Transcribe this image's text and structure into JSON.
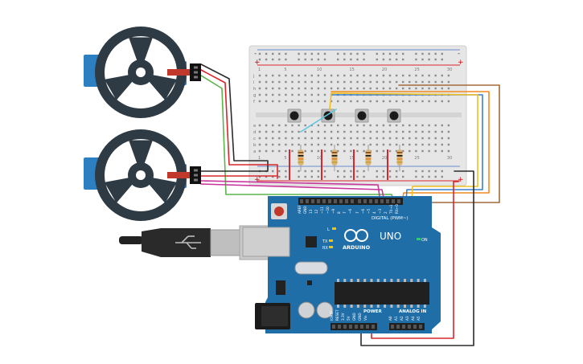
{
  "breadboard": {
    "rail_minus": "-",
    "rail_plus": "+",
    "column_numbers": [
      "1",
      "5",
      "10",
      "15",
      "20",
      "25",
      "30"
    ],
    "row_letters_top": [
      "j",
      "i",
      "h",
      "g",
      "f"
    ],
    "row_letters_bottom": [
      "e",
      "d",
      "c",
      "b",
      "a"
    ],
    "buttons": 4,
    "resistors": 4
  },
  "arduino": {
    "logo_text": "ARDUINO",
    "model_text": "UNO",
    "digital_label": "DIGITAL (PWM~)",
    "power_label": "POWER",
    "analog_label": "ANALOG IN",
    "digital_pins": [
      "AREF",
      "GND",
      "13",
      "12",
      "~11",
      "~10",
      "~9",
      "8",
      "7",
      "~6",
      "~5",
      "4",
      "~3",
      "2",
      "TX→1",
      "RX←0"
    ],
    "power_pins": [
      "IOREF",
      "RESET",
      "3.3V",
      "5V",
      "GND",
      "GND",
      "Vin"
    ],
    "analog_pins": [
      "A0",
      "A1",
      "A2",
      "A3",
      "A4",
      "A5"
    ],
    "led_labels": [
      "L",
      "TX",
      "RX",
      "ON"
    ]
  },
  "servos": {
    "count": 2
  },
  "usb_cable": {
    "label": "USB cable"
  },
  "colors": {
    "board_blue": "#1f6ea8",
    "wire_red": "#d9262b",
    "wire_black": "#2b2b2b",
    "wire_green": "#5ab54b",
    "wire_magenta": "#c8359c",
    "wire_yellow": "#f2c01f",
    "wire_orange": "#f08a1d",
    "wire_brown": "#a36b3c",
    "wire_cyan": "#5fc6e0",
    "wire_blue": "#3a7fd0"
  }
}
